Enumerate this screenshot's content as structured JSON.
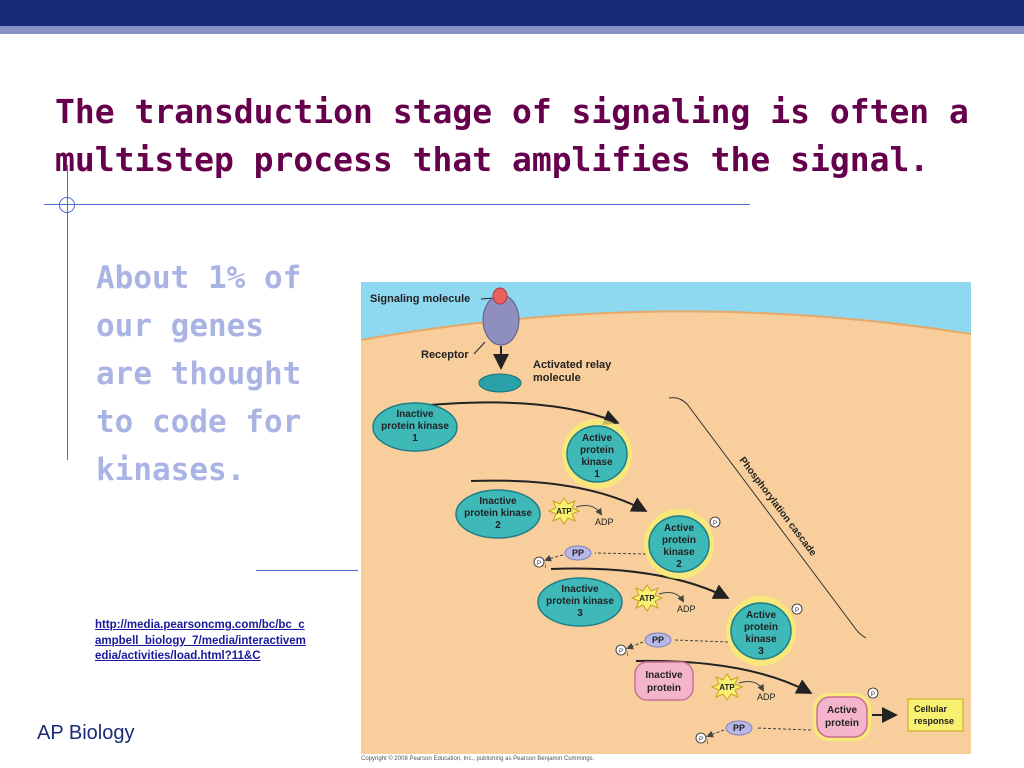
{
  "slide": {
    "title": "The transduction stage of signaling is often a multistep process that amplifies the signal.",
    "side_text": "About 1% of our genes are thought to code for kinases.",
    "link": "http://media.pearsoncmg.com/bc/bc_campbell_biology_7/media/interactivemedia/activities/load.html?11&C",
    "footer": "AP Biology"
  },
  "figure": {
    "signaling_molecule": "Signaling molecule",
    "receptor": "Receptor",
    "relay_line1": "Activated relay",
    "relay_line2": "molecule",
    "inactive_pk": "Inactive",
    "protein_kinase": "protein kinase",
    "active": "Active",
    "protein": "protein",
    "kinase": "kinase",
    "num1": "1",
    "num2": "2",
    "num3": "3",
    "atp": "ATP",
    "adp": "ADP",
    "pp": "PP",
    "p": "P",
    "pi_sub": "i",
    "inactive_protein_line1": "Inactive",
    "inactive_protein_line2": "protein",
    "active_protein_line1": "Active",
    "active_protein_line2": "protein",
    "cellular_line1": "Cellular",
    "cellular_line2": "response",
    "cascade": "Phosphorylation cascade",
    "copyright": "Copyright © 2008 Pearson Education, Inc., publishing as Pearson Benjamin Cummings."
  },
  "colors": {
    "title": "#66004d",
    "side_text": "#aab4e4",
    "header_bar": "#1a2a7a",
    "cell_interior": "#f8cf9c",
    "extracellular": "#8ed8f0",
    "kinase": "#3fb8b8",
    "active_glow": "#f8f070"
  }
}
